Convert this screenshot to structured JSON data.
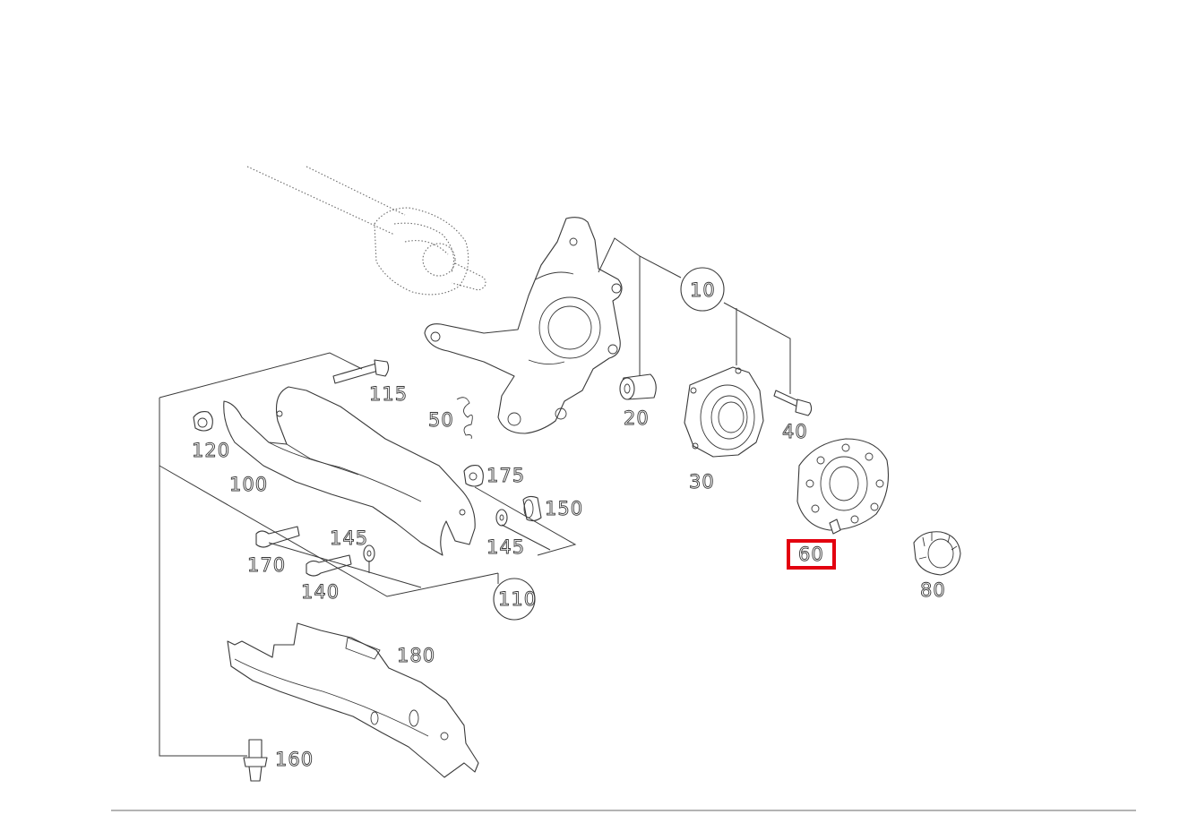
{
  "diagram": {
    "highlight_color": "#e3000f",
    "line_color": "#3a3a3a",
    "highlighted_part": "60",
    "callouts": [
      {
        "id": "c10",
        "label": "10",
        "circled": true
      },
      {
        "id": "c20",
        "label": "20"
      },
      {
        "id": "c30",
        "label": "30"
      },
      {
        "id": "c40",
        "label": "40"
      },
      {
        "id": "c50",
        "label": "50"
      },
      {
        "id": "c60",
        "label": "60",
        "highlighted": true
      },
      {
        "id": "c80",
        "label": "80"
      },
      {
        "id": "c100",
        "label": "100"
      },
      {
        "id": "c110",
        "label": "110",
        "circled": true
      },
      {
        "id": "c115",
        "label": "115"
      },
      {
        "id": "c120",
        "label": "120"
      },
      {
        "id": "c140",
        "label": "140"
      },
      {
        "id": "c145a",
        "label": "145"
      },
      {
        "id": "c145b",
        "label": "145"
      },
      {
        "id": "c150",
        "label": "150"
      },
      {
        "id": "c160",
        "label": "160"
      },
      {
        "id": "c170",
        "label": "170"
      },
      {
        "id": "c175",
        "label": "175"
      },
      {
        "id": "c180",
        "label": "180"
      }
    ]
  }
}
